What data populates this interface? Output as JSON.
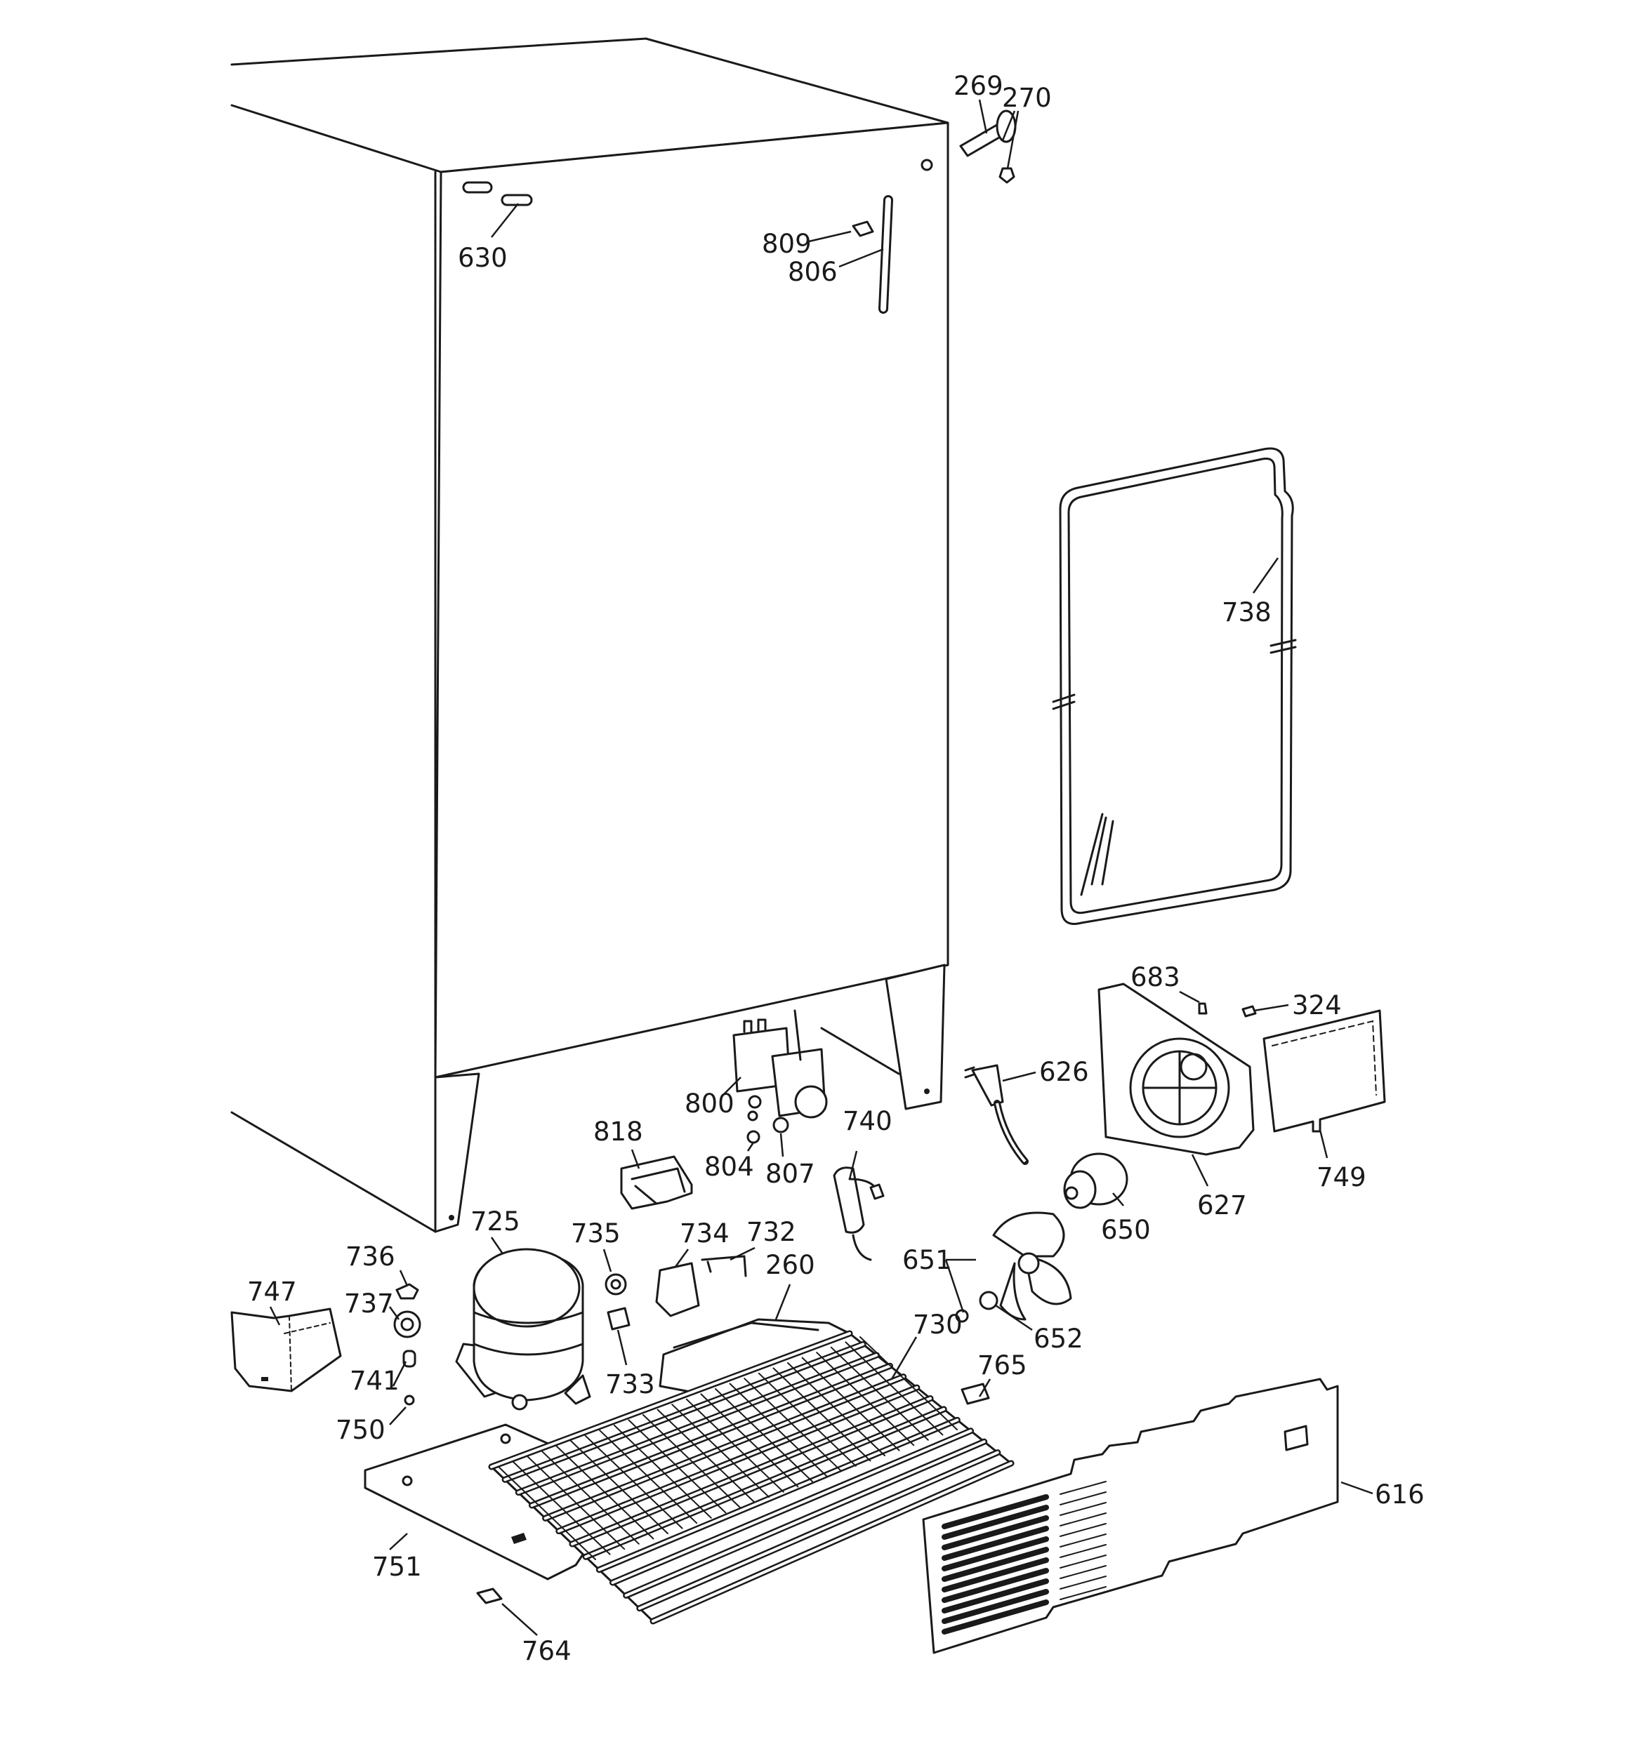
{
  "callouts": {
    "c269": "269",
    "c270": "270",
    "c630": "630",
    "c809": "809",
    "c806": "806",
    "c738": "738",
    "c683": "683",
    "c324": "324",
    "c626": "626",
    "c800": "800",
    "c818": "818",
    "c740": "740",
    "c804": "804",
    "c807": "807",
    "c627": "627",
    "c749": "749",
    "c725": "725",
    "c650": "650",
    "c735": "735",
    "c734": "734",
    "c732": "732",
    "c736": "736",
    "c747": "747",
    "c651": "651",
    "c260": "260",
    "c737": "737",
    "c730": "730",
    "c652": "652",
    "c733": "733",
    "c741": "741",
    "c765": "765",
    "c750": "750",
    "c616": "616",
    "c751": "751",
    "c764": "764"
  }
}
